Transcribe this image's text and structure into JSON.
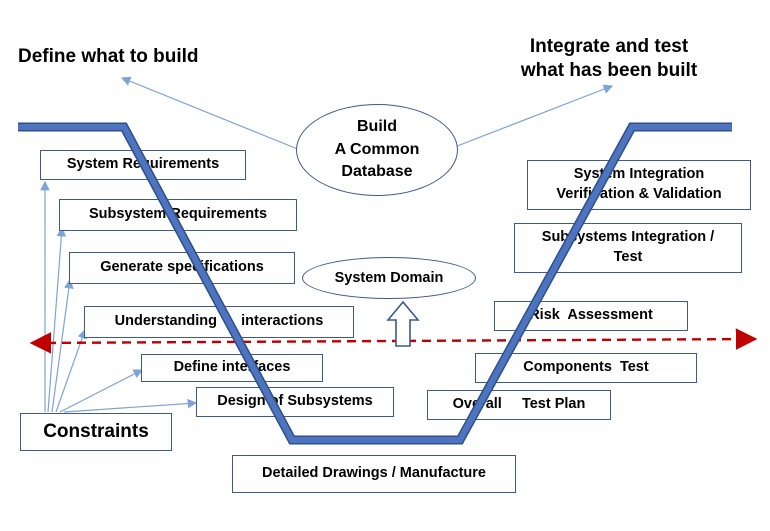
{
  "headings": {
    "left": "Define what to build",
    "right_line1": "Integrate and test",
    "right_line2": "what has been built"
  },
  "center": {
    "line1": "Build",
    "line2": "A Common",
    "line3": "Database"
  },
  "domain": "System Domain",
  "left_boxes": [
    "System Requirements",
    "Subsystem Requirements",
    "Generate specifications",
    "Understanding      interactions",
    "Define interfaces",
    "Design of Subsystems"
  ],
  "constraints": "Constraints",
  "bottom": "Detailed Drawings / Manufacture",
  "right_boxes": {
    "sys_integration_1": "System Integration",
    "sys_integration_2": "Verification & Validation",
    "subsys_integration_1": "Subsystems Integration /",
    "subsys_integration_2": "Test",
    "risk": "Risk  Assessment",
    "components": "Components  Test",
    "test_plan": "Overall     Test Plan"
  },
  "colors": {
    "v_stroke": "#4f74bf",
    "v_outline": "#2d4f8a",
    "box_border": "#3c5a8c",
    "arrow": "#7ea3d6",
    "dashed": "#c00000"
  }
}
